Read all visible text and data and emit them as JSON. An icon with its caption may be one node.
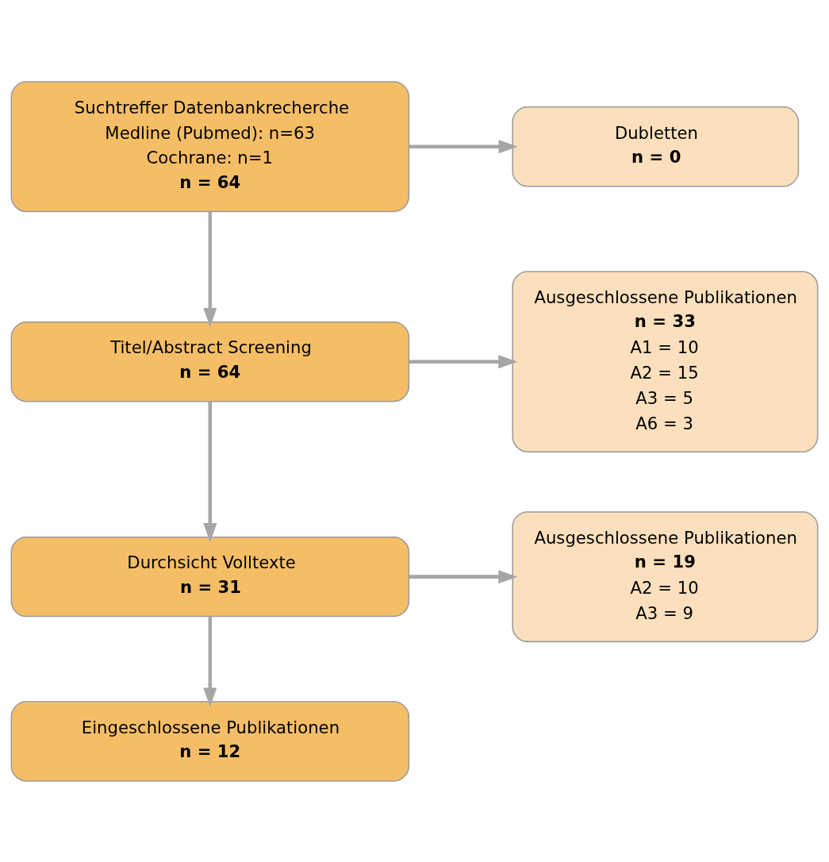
{
  "diagram": {
    "nodes": [
      {
        "text": [
          "Suchtreffer Datenbankrecherche",
          "Medline (Pubmed): n=63",
          "Cochrane: n=1",
          "**n = 64**"
        ]
      },
      {
        "text": [
          "Dubletten",
          "**n = 0**"
        ]
      },
      {
        "text": [
          "Titel/Abstract Screening",
          "**n = 64**"
        ]
      },
      {
        "text": [
          "Ausgeschlossene Publikationen",
          "**n = 33**",
          "A1 = 10",
          "A2 = 15",
          "A3 = 5",
          "A6 = 3"
        ]
      },
      {
        "text": [
          "Durchsicht Volltexte",
          "**n = 31**"
        ]
      },
      {
        "text": [
          "Ausgeschlossene Publikationen",
          "**n = 19**",
          "A2 = 10",
          "A3 = 9"
        ]
      },
      {
        "text": [
          "Eingeschlossene Publikationen",
          "**n = 12**"
        ]
      }
    ],
    "edges": [
      {
        "from": 0,
        "to": 1,
        "arrow": "to"
      },
      {
        "from": 0,
        "to": 2,
        "arrow": "to"
      },
      {
        "from": 2,
        "to": 3,
        "arrow": "to"
      },
      {
        "from": 2,
        "to": 4,
        "arrow": "to"
      },
      {
        "from": 4,
        "to": 5,
        "arrow": "to"
      },
      {
        "from": 4,
        "to": 6,
        "arrow": "to"
      }
    ]
  }
}
